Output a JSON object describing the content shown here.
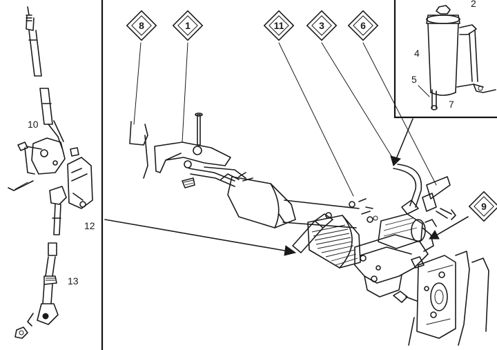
{
  "callouts": {
    "c8": "8",
    "c1": "1",
    "c11": "11",
    "c3": "3",
    "c6": "6",
    "c9": "9"
  },
  "labels": {
    "l2": "2",
    "l4": "4",
    "l5": "5",
    "l7": "7",
    "l10": "10",
    "l12": "12",
    "l13": "13"
  }
}
